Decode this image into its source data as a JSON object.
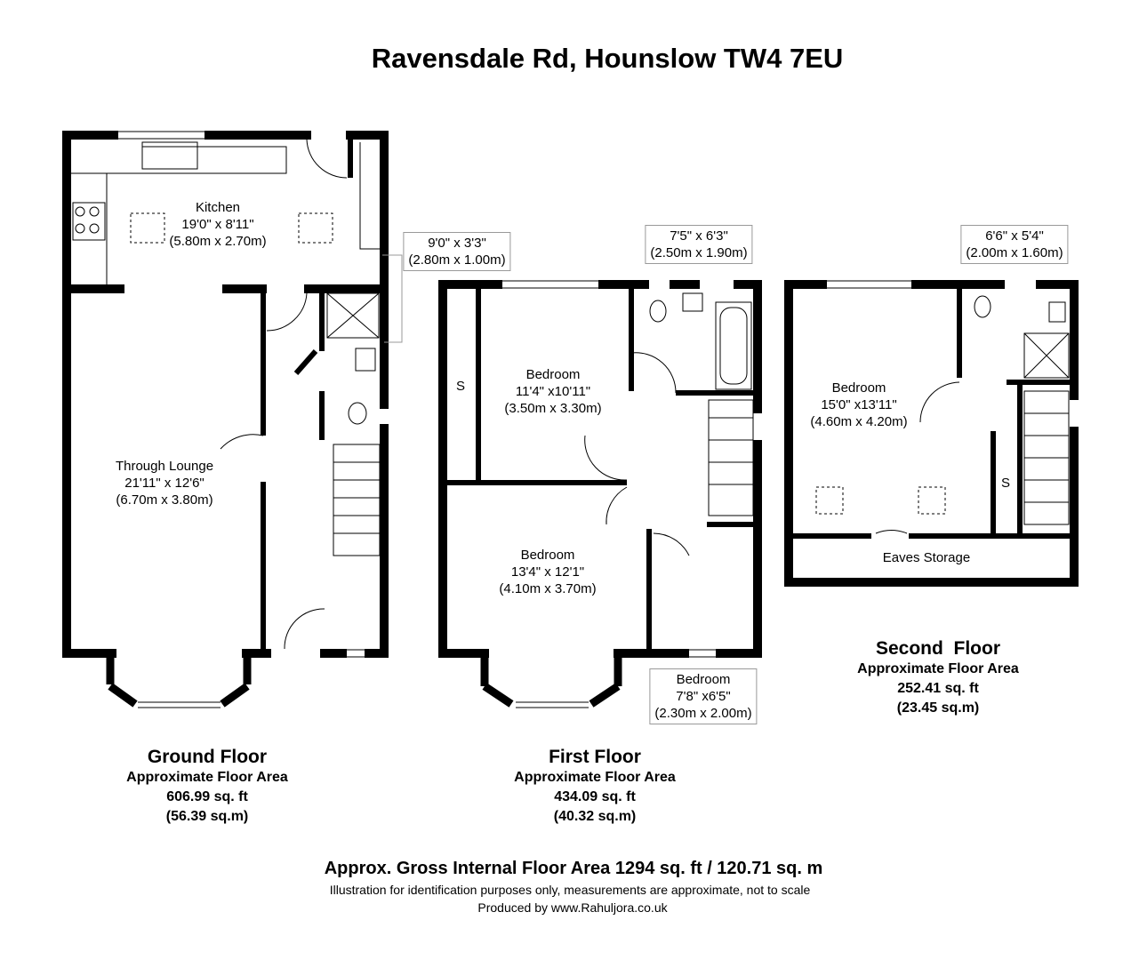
{
  "title": "Ravensdale Rd, Hounslow TW4 7EU",
  "ground": {
    "kitchen": {
      "name": "Kitchen",
      "imperial": "19'0\" x 8'11\"",
      "metric": "(5.80m x 2.70m)"
    },
    "lounge": {
      "name": "Through Lounge",
      "imperial": "21'11\" x 12'6\"",
      "metric": "(6.70m x 3.80m)"
    },
    "shower_dim": {
      "imperial": "9'0\" x 3'3\"",
      "metric": "(2.80m x 1.00m)"
    },
    "label": "Ground Floor",
    "area_label": "Approximate Floor Area",
    "sqft": "606.99 sq. ft",
    "sqm": "(56.39 sq.m)"
  },
  "first": {
    "bed1": {
      "name": "Bedroom",
      "imperial": "11'4\" x10'11\"",
      "metric": "(3.50m x 3.30m)"
    },
    "bed2": {
      "name": "Bedroom",
      "imperial": "13'4\" x 12'1\"",
      "metric": "(4.10m x 3.70m)"
    },
    "bed3": {
      "name": "Bedroom",
      "imperial": "7'8\" x6'5\"",
      "metric": "(2.30m x 2.00m)"
    },
    "bath_dim": {
      "imperial": "7'5\" x 6'3\"",
      "metric": "(2.50m x 1.90m)"
    },
    "storage": "S",
    "label": "First Floor",
    "area_label": "Approximate Floor Area",
    "sqft": "434.09 sq. ft",
    "sqm": "(40.32 sq.m)"
  },
  "second": {
    "bed": {
      "name": "Bedroom",
      "imperial": "15'0\" x13'11\"",
      "metric": "(4.60m x 4.20m)"
    },
    "ensuite_dim": {
      "imperial": "6'6\" x 5'4\"",
      "metric": "(2.00m x 1.60m)"
    },
    "storage": "S",
    "eaves": "Eaves Storage",
    "label": "Second  Floor",
    "area_label": "Approximate Floor Area",
    "sqft": "252.41 sq. ft",
    "sqm": "(23.45 sq.m)"
  },
  "footer": {
    "gross": "Approx. Gross Internal Floor Area 1294 sq. ft / 120.71 sq. m",
    "disclaimer": "Illustration for identification purposes only, measurements are approximate, not to scale",
    "produced_by": "Produced by www.Rahuljora.co.uk"
  }
}
